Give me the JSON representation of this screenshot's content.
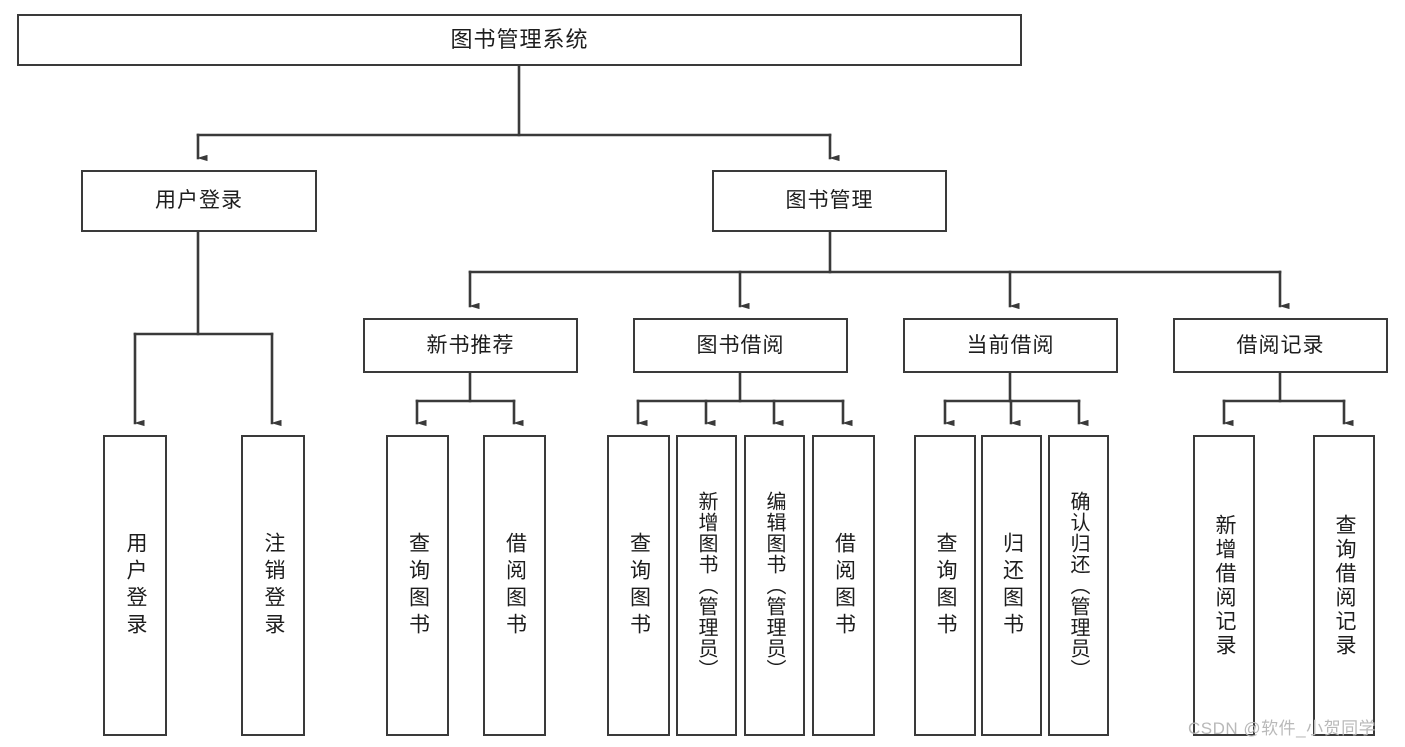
{
  "diagram": {
    "title": "图书管理系统",
    "type": "hierarchy-tree",
    "orientation": "top-down",
    "colors": {
      "box_border": "#3a3a3a",
      "box_fill": "#ffffff",
      "edge": "#3a3a3a",
      "text": "#1d1d1d",
      "watermark": "#b9b9b9"
    },
    "root": {
      "id": "root",
      "label": "图书管理系统",
      "text_direction": "horizontal"
    },
    "level2": [
      {
        "id": "user-login",
        "label": "用户登录",
        "text_direction": "horizontal"
      },
      {
        "id": "book-manage",
        "label": "图书管理",
        "text_direction": "horizontal"
      }
    ],
    "level3": [
      {
        "id": "new-book-recommend",
        "label": "新书推荐",
        "text_direction": "horizontal",
        "parent": "book-manage"
      },
      {
        "id": "book-borrow",
        "label": "图书借阅",
        "text_direction": "horizontal",
        "parent": "book-manage"
      },
      {
        "id": "current-borrow",
        "label": "当前借阅",
        "text_direction": "horizontal",
        "parent": "book-manage"
      },
      {
        "id": "borrow-record",
        "label": "借阅记录",
        "text_direction": "horizontal",
        "parent": "book-manage"
      }
    ],
    "leaves": {
      "user_login": [
        {
          "id": "leaf-user-login",
          "label": "用户登录",
          "text_direction": "vertical"
        },
        {
          "id": "leaf-logout-login",
          "label": "注销登录",
          "text_direction": "vertical"
        }
      ],
      "new_book_recommend": [
        {
          "id": "leaf-query-book-1",
          "label": "查询图书",
          "text_direction": "vertical"
        },
        {
          "id": "leaf-borrow-book-1",
          "label": "借阅图书",
          "text_direction": "vertical"
        }
      ],
      "book_borrow": [
        {
          "id": "leaf-query-book-2",
          "label": "查询图书",
          "text_direction": "vertical"
        },
        {
          "id": "leaf-add-book",
          "label": "新增图书（管理员）",
          "text_direction": "vertical"
        },
        {
          "id": "leaf-edit-book",
          "label": "编辑图书（管理员）",
          "text_direction": "vertical"
        },
        {
          "id": "leaf-borrow-book-2",
          "label": "借阅图书",
          "text_direction": "vertical"
        }
      ],
      "current_borrow": [
        {
          "id": "leaf-query-book-3",
          "label": "查询图书",
          "text_direction": "vertical"
        },
        {
          "id": "leaf-return-book",
          "label": "归还图书",
          "text_direction": "vertical"
        },
        {
          "id": "leaf-confirm-return",
          "label": "确认归还（管理员）",
          "text_direction": "vertical"
        }
      ],
      "borrow_record": [
        {
          "id": "leaf-add-record",
          "label": "新增借阅记录",
          "text_direction": "vertical"
        },
        {
          "id": "leaf-query-record",
          "label": "查询借阅记录",
          "text_direction": "vertical"
        }
      ]
    },
    "watermark": "CSDN @软件_小贺同学"
  }
}
